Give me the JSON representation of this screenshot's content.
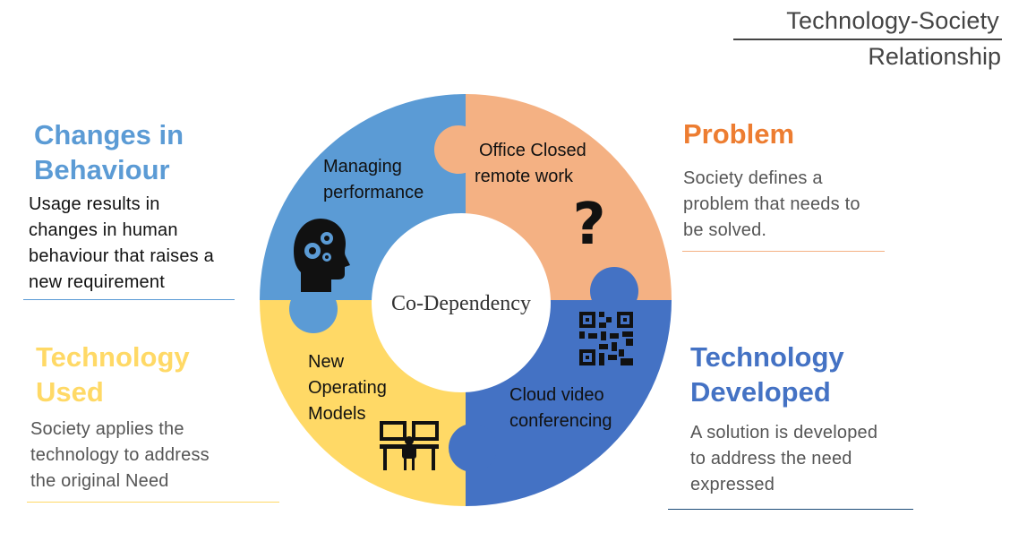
{
  "title": {
    "line1": "Technology-Society",
    "line2": "Relationship"
  },
  "center_label": "Co-Dependency",
  "colors": {
    "blue_light": "#5b9bd5",
    "orange": "#f4b183",
    "blue_dark": "#4472c4",
    "yellow": "#ffd966",
    "heading_blue_light": "#5b9bd5",
    "heading_orange": "#ed7d31",
    "heading_blue_dark": "#4472c4",
    "heading_yellow": "#ffd966"
  },
  "panels": {
    "changes": {
      "heading": [
        "Changes in",
        "Behaviour"
      ],
      "body": [
        "Usage results in",
        "changes in human",
        "behaviour that raises a",
        "new requirement"
      ]
    },
    "problem": {
      "heading": [
        "Problem"
      ],
      "body": [
        "Society defines a",
        "problem that needs to",
        "be solved."
      ]
    },
    "used": {
      "heading": [
        "Technology",
        "Used"
      ],
      "body": [
        "Society applies the",
        "technology to address",
        "the original Need"
      ]
    },
    "developed": {
      "heading": [
        "Technology",
        "Developed"
      ],
      "body": [
        "A solution is developed",
        "to address the need",
        "expressed"
      ]
    }
  },
  "segments": {
    "top_left": {
      "lines": [
        "Managing",
        "performance"
      ],
      "icon": "head-gears-icon"
    },
    "top_right": {
      "lines": [
        "Office Closed",
        "remote work"
      ],
      "icon": "question-mark-icon"
    },
    "bottom_right": {
      "lines": [
        "Cloud video",
        "conferencing"
      ],
      "icon": "qr-code-icon"
    },
    "bottom_left": {
      "lines": [
        "New",
        "Operating",
        "Models"
      ],
      "icon": "desks-icon"
    }
  }
}
